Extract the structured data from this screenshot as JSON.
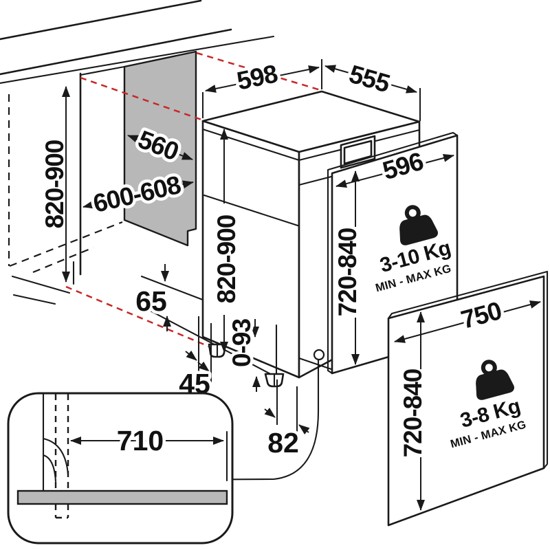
{
  "diagram": {
    "type": "appliance-installation-dimensions",
    "colors": {
      "accent_red": "#c62828",
      "panel_gray": "#b8b8b8",
      "line": "#1a1a1a"
    },
    "niche": {
      "height": "820-900",
      "depth": "560",
      "width": "600-608"
    },
    "appliance": {
      "width": "598",
      "depth": "555",
      "height": "820-900",
      "feet_adjust_range": "0-93",
      "top_clearance": "65",
      "front_gap": "45",
      "plinth_offset": "82"
    },
    "door_panels": [
      {
        "width": "596",
        "height": "720-840",
        "weight_range": "3-10 Kg",
        "weight_note": "MIN - MAX KG",
        "icon": "weight-icon"
      },
      {
        "width": "750",
        "height": "720-840",
        "weight_range": "3-8 Kg",
        "weight_note": "MIN - MAX KG",
        "icon": "weight-icon"
      }
    ],
    "plinth_detail": {
      "door_projection": "710"
    }
  }
}
